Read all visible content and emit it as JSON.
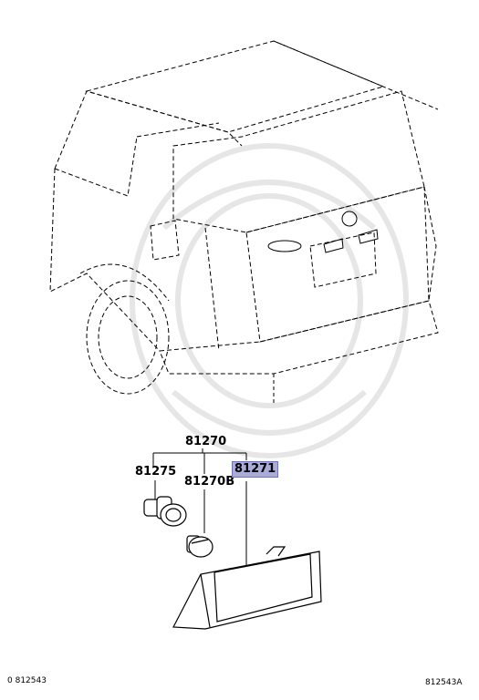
{
  "callouts": {
    "assembly": "81270",
    "socket": "81275",
    "bulb": "81270B",
    "lens": "81271"
  },
  "highlighted_part": "81271",
  "footer": {
    "left_code": "0 812543",
    "right_code": "812543A"
  },
  "colors": {
    "highlight_fill": "#a9acd9",
    "highlight_border": "#6f74b8",
    "line": "#000000",
    "watermark": "#e6e6e6"
  }
}
